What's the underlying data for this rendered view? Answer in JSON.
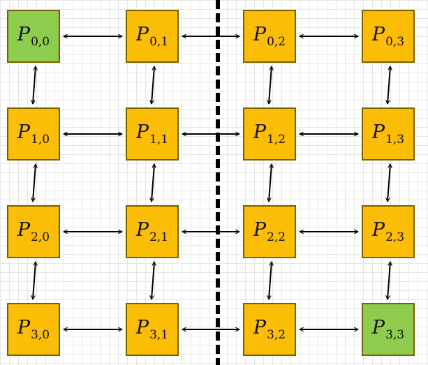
{
  "colors": {
    "processor": "#fbbd05",
    "corner_processor": "#8dcc4d",
    "border": "#7a6200",
    "arrow": "#000000",
    "divider": "#000000"
  },
  "grid": {
    "rows": 4,
    "cols": 4
  },
  "nodes": [
    {
      "row": 0,
      "col": 0,
      "letter": "P",
      "index": "0,0",
      "highlighted": true
    },
    {
      "row": 0,
      "col": 1,
      "letter": "P",
      "index": "0,1",
      "highlighted": false
    },
    {
      "row": 0,
      "col": 2,
      "letter": "P",
      "index": "0,2",
      "highlighted": false
    },
    {
      "row": 0,
      "col": 3,
      "letter": "P",
      "index": "0,3",
      "highlighted": false
    },
    {
      "row": 1,
      "col": 0,
      "letter": "P",
      "index": "1,0",
      "highlighted": false
    },
    {
      "row": 1,
      "col": 1,
      "letter": "P",
      "index": "1,1",
      "highlighted": false
    },
    {
      "row": 1,
      "col": 2,
      "letter": "P",
      "index": "1,2",
      "highlighted": false
    },
    {
      "row": 1,
      "col": 3,
      "letter": "P",
      "index": "1,3",
      "highlighted": false
    },
    {
      "row": 2,
      "col": 0,
      "letter": "P",
      "index": "2,0",
      "highlighted": false
    },
    {
      "row": 2,
      "col": 1,
      "letter": "P",
      "index": "2,1",
      "highlighted": false
    },
    {
      "row": 2,
      "col": 2,
      "letter": "P",
      "index": "2,2",
      "highlighted": false
    },
    {
      "row": 2,
      "col": 3,
      "letter": "P",
      "index": "2,3",
      "highlighted": false
    },
    {
      "row": 3,
      "col": 0,
      "letter": "P",
      "index": "3,0",
      "highlighted": false
    },
    {
      "row": 3,
      "col": 1,
      "letter": "P",
      "index": "3,1",
      "highlighted": false
    },
    {
      "row": 3,
      "col": 2,
      "letter": "P",
      "index": "3,2",
      "highlighted": false
    },
    {
      "row": 3,
      "col": 3,
      "letter": "P",
      "index": "3,3",
      "highlighted": true
    }
  ],
  "connections": "bidirectional-mesh",
  "divider": {
    "between_cols": [
      1,
      2
    ],
    "style": "dashed"
  }
}
